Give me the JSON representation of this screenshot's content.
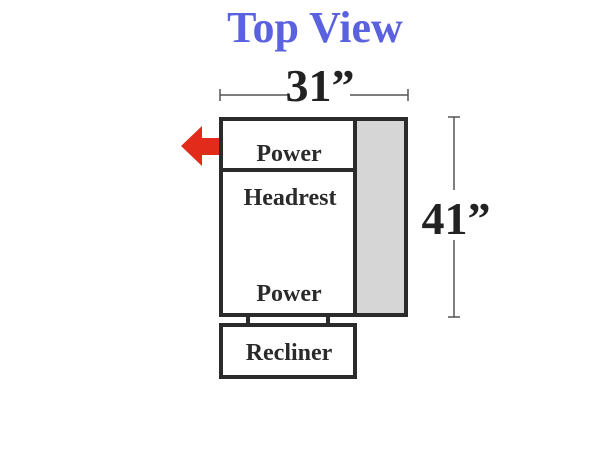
{
  "title": "Top View",
  "dimensions": {
    "width_label": "31”",
    "depth_label": "41”"
  },
  "labels": {
    "power_top": "Power",
    "headrest": "Headrest",
    "power_bottom": "Power",
    "recliner": "Recliner"
  },
  "colors": {
    "title": "#5b62e0",
    "arrow": "#e32b1c",
    "arm": "#d6d6d6",
    "outline": "#2b2b2b"
  },
  "icons": {
    "direction_arrow": "left-arrow-icon"
  }
}
